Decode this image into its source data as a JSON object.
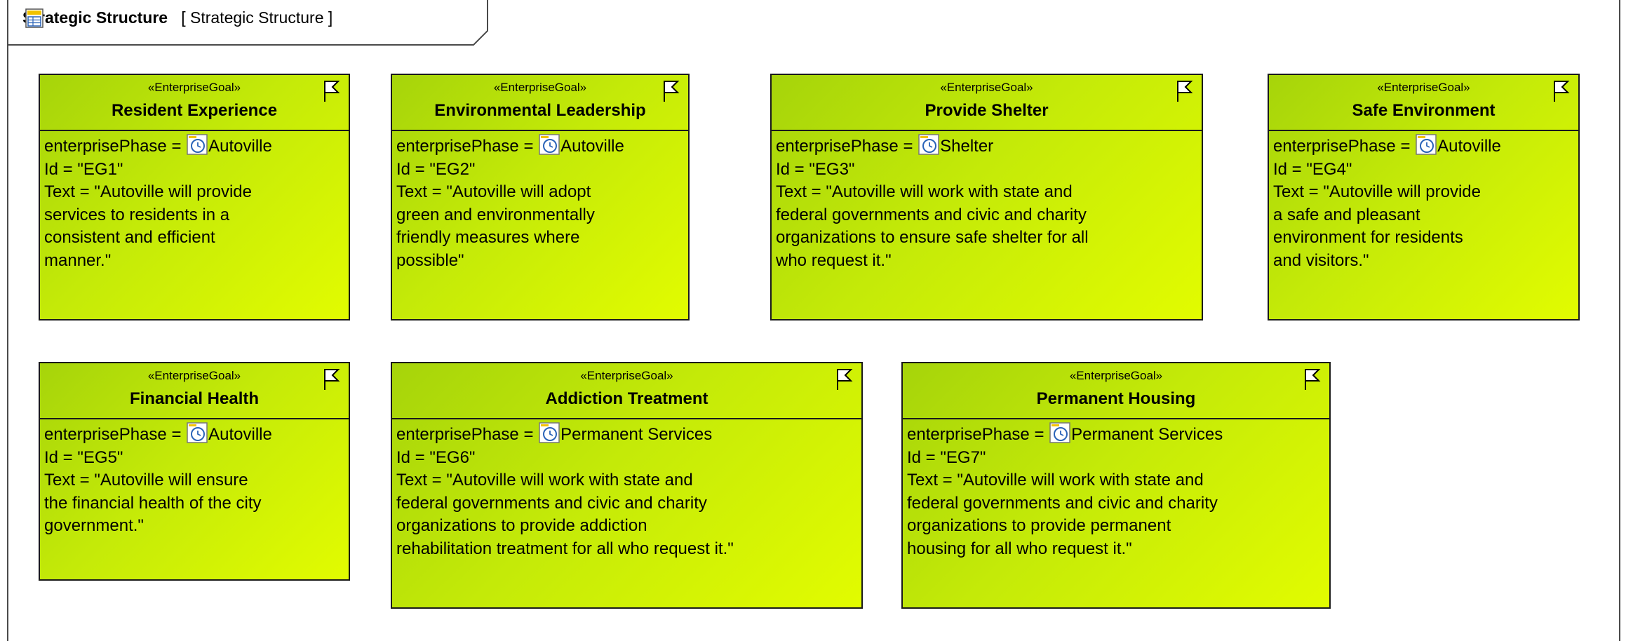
{
  "frame": {
    "kind": "Strategic Structure",
    "name": "Strategic Structure"
  },
  "blocks": [
    {
      "stereotype": "«EnterpriseGoal»",
      "name": "Resident Experience",
      "phase_label": "enterprisePhase = ",
      "phase": "Autoville",
      "id_line": "Id = \"EG1\"",
      "text_lines": [
        "Text = \"Autoville will provide",
        "services to residents in a",
        "consistent and efficient",
        "manner.\""
      ]
    },
    {
      "stereotype": "«EnterpriseGoal»",
      "name": "Environmental Leadership",
      "phase_label": "enterprisePhase = ",
      "phase": "Autoville",
      "id_line": "Id = \"EG2\"",
      "text_lines": [
        "Text = \"Autoville will adopt",
        "green and environmentally",
        "friendly measures where",
        "possible\""
      ]
    },
    {
      "stereotype": "«EnterpriseGoal»",
      "name": "Provide Shelter",
      "phase_label": "enterprisePhase = ",
      "phase": "Shelter",
      "id_line": "Id = \"EG3\"",
      "text_lines": [
        "Text = \"Autoville will work with state and",
        "federal governments and civic and charity",
        "organizations to ensure safe shelter for all",
        "who request it.\""
      ]
    },
    {
      "stereotype": "«EnterpriseGoal»",
      "name": "Safe Environment",
      "phase_label": "enterprisePhase = ",
      "phase": "Autoville",
      "id_line": "Id = \"EG4\"",
      "text_lines": [
        "Text = \"Autoville will provide",
        "a safe and pleasant",
        "environment for residents",
        "and visitors.\""
      ]
    },
    {
      "stereotype": "«EnterpriseGoal»",
      "name": "Financial Health",
      "phase_label": "enterprisePhase = ",
      "phase": "Autoville",
      "id_line": "Id = \"EG5\"",
      "text_lines": [
        "Text = \"Autoville will ensure",
        "the financial health of the city",
        "government.\""
      ]
    },
    {
      "stereotype": "«EnterpriseGoal»",
      "name": "Addiction Treatment",
      "phase_label": "enterprisePhase = ",
      "phase": "Permanent Services",
      "id_line": "Id = \"EG6\"",
      "text_lines": [
        "Text = \"Autoville will work with state and",
        "federal governments and civic and charity",
        "organizations to provide addiction",
        "rehabilitation treatment for all who request it.\""
      ]
    },
    {
      "stereotype": "«EnterpriseGoal»",
      "name": "Permanent Housing",
      "phase_label": "enterprisePhase = ",
      "phase": "Permanent Services",
      "id_line": "Id = \"EG7\"",
      "text_lines": [
        "Text = \"Autoville will work with state and",
        "federal governments and civic and charity",
        "organizations to provide permanent",
        "housing for all who request it.\""
      ]
    }
  ]
}
